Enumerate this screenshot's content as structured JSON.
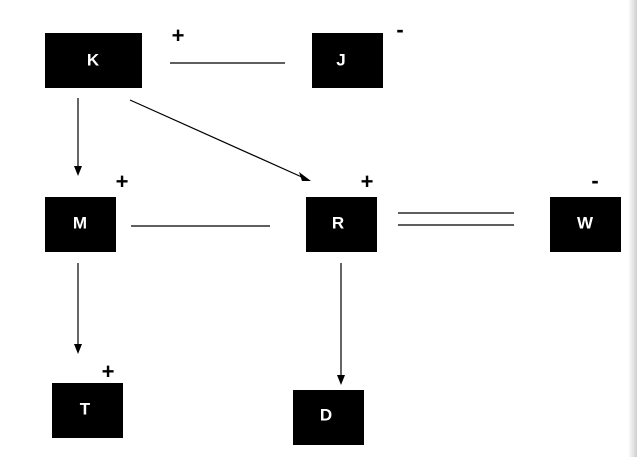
{
  "nodes": [
    {
      "id": "K",
      "label": "K",
      "charge": "+"
    },
    {
      "id": "J",
      "label": "J",
      "charge": "-"
    },
    {
      "id": "M",
      "label": "M",
      "charge": "+"
    },
    {
      "id": "R",
      "label": "R",
      "charge": "+"
    },
    {
      "id": "W",
      "label": "W",
      "charge": "-"
    },
    {
      "id": "T",
      "label": "T",
      "charge": "+"
    },
    {
      "id": "D",
      "label": "D",
      "charge": ""
    }
  ],
  "edges": [
    {
      "from": "K",
      "to": "J",
      "kind": "single-line"
    },
    {
      "from": "K",
      "to": "M",
      "kind": "arrow"
    },
    {
      "from": "K",
      "to": "R",
      "kind": "arrow"
    },
    {
      "from": "M",
      "to": "R",
      "kind": "single-line"
    },
    {
      "from": "R",
      "to": "W",
      "kind": "double-line"
    },
    {
      "from": "M",
      "to": "T",
      "kind": "arrow"
    },
    {
      "from": "R",
      "to": "D",
      "kind": "arrow"
    }
  ],
  "colors": {
    "node_fill": "#000000",
    "node_text": "#ffffff",
    "line": "#2a2a2a",
    "background": "#ffffff"
  }
}
